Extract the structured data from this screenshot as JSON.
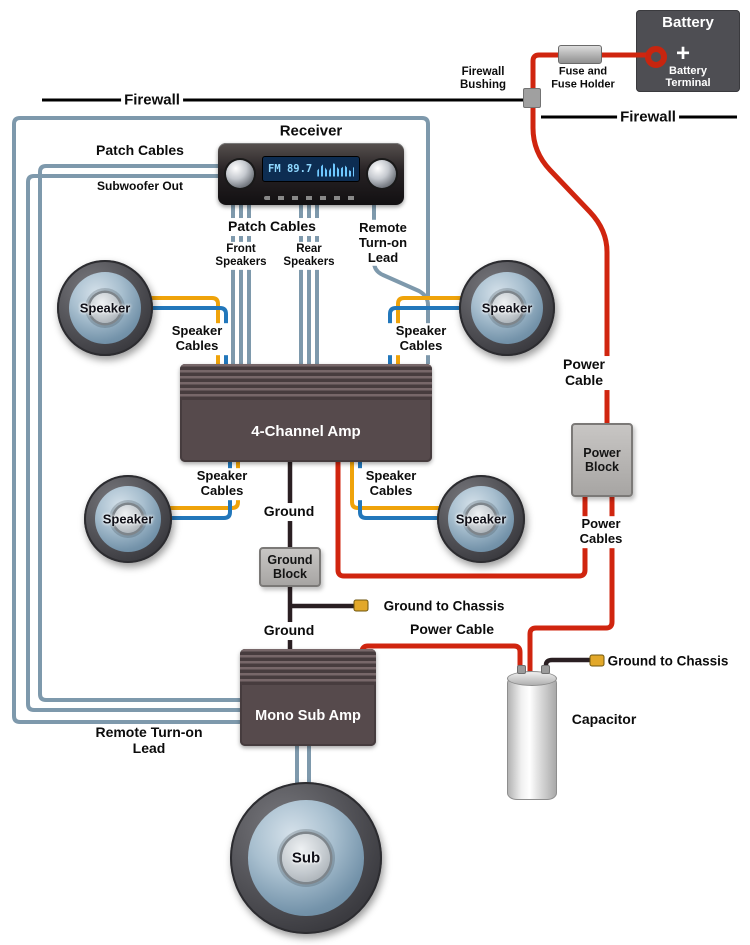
{
  "colors": {
    "power_cable": "#d0250f",
    "remote_and_patch_cable": "#7e99ac",
    "ground_cable": "#2a1f22",
    "speaker_cable_positive": "#efa30a",
    "speaker_cable_negative": "#2277bb",
    "firewall_line": "#000000",
    "amp_body": "#564a4c",
    "block_fill": "#b5b3b1",
    "battery_fill": "#4e4e53",
    "battery_terminal_ring": "#c8250f",
    "display_background": "#0d2d52",
    "display_text": "#8fd8ff",
    "chassis_terminal": "#e2a82a"
  },
  "battery": {
    "title": "Battery",
    "plus": "+",
    "terminal_label": "Battery Terminal"
  },
  "fuse": {
    "label": "Fuse and Fuse Holder"
  },
  "firewall": {
    "left_label": "Firewall",
    "right_label": "Firewall",
    "bushing_label": "Firewall Bushing"
  },
  "receiver": {
    "title": "Receiver",
    "display": "FM 89.7"
  },
  "patch_left": {
    "title": "Patch Cables",
    "subtitle": "Subwoofer Out"
  },
  "patch_center": {
    "title": "Patch Cables",
    "front_label": "Front Speakers",
    "rear_label": "Rear Speakers"
  },
  "remote": {
    "top_label": "Remote Turn-on Lead",
    "bottom_label": "Remote Turn-on Lead"
  },
  "speakers": {
    "label": "Speaker",
    "cables_label": "Speaker Cables",
    "sub_label": "Sub"
  },
  "amps": {
    "four_channel_label": "4-Channel Amp",
    "mono_label": "Mono Sub Amp"
  },
  "power": {
    "cable_label_right": "Power Cable",
    "block_label": "Power Block",
    "cables_label": "Power Cables",
    "cable_label_mono": "Power Cable"
  },
  "ground": {
    "label_upper": "Ground",
    "label_lower": "Ground",
    "block_label": "Ground Block",
    "chassis_label_1": "Ground to Chassis",
    "chassis_label_2": "Ground to Chassis"
  },
  "capacitor": {
    "label": "Capacitor"
  }
}
